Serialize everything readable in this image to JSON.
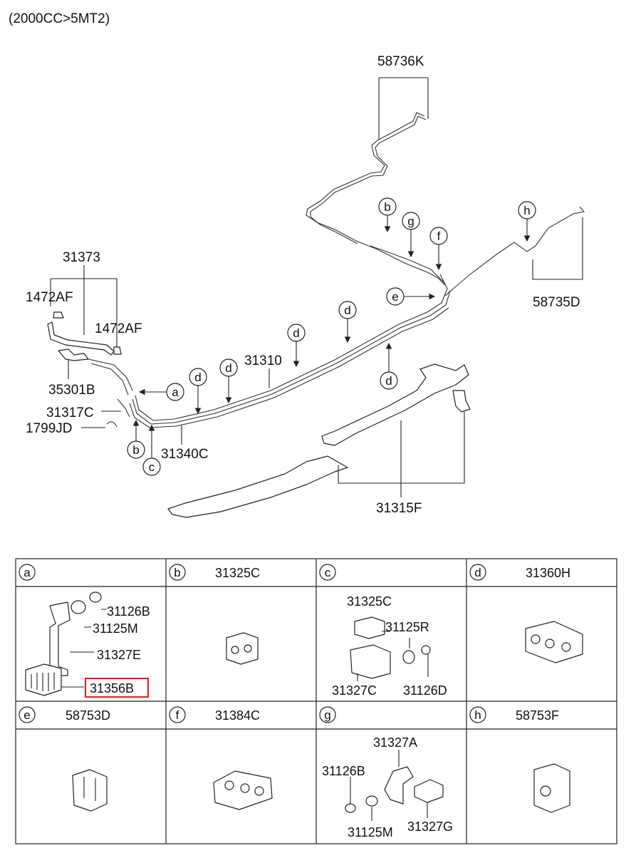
{
  "header": {
    "spec": "(2000CC>5MT2)"
  },
  "callouts": {
    "c58736K": "58736K",
    "c58735D": "58735D",
    "c31373": "31373",
    "c1472AF_left": "1472AF",
    "c1472AF_right": "1472AF",
    "c35301B": "35301B",
    "c31317C": "31317C",
    "c1799JD": "1799JD",
    "c31310": "31310",
    "c31340C": "31340C",
    "c31315F": "31315F"
  },
  "markers": {
    "a": "a",
    "b": "b",
    "c": "c",
    "d": "d",
    "e": "e",
    "f": "f",
    "g": "g",
    "h": "h"
  },
  "table": {
    "cells": [
      {
        "letter": "a",
        "title": "",
        "parts": [
          "31126B",
          "31125M",
          "31327E",
          "31356B"
        ],
        "highlight": "31356B"
      },
      {
        "letter": "b",
        "title": "31325C",
        "parts": []
      },
      {
        "letter": "c",
        "title": "",
        "parts": [
          "31325C",
          "31125R",
          "31327C",
          "31126D"
        ]
      },
      {
        "letter": "d",
        "title": "31360H",
        "parts": []
      },
      {
        "letter": "e",
        "title": "58753D",
        "parts": []
      },
      {
        "letter": "f",
        "title": "31384C",
        "parts": []
      },
      {
        "letter": "g",
        "title": "",
        "parts": [
          "31327A",
          "31126B",
          "31125M",
          "31327G"
        ]
      },
      {
        "letter": "h",
        "title": "58753F",
        "parts": []
      }
    ]
  },
  "colors": {
    "highlight": "#e02020",
    "line": "#222222"
  }
}
